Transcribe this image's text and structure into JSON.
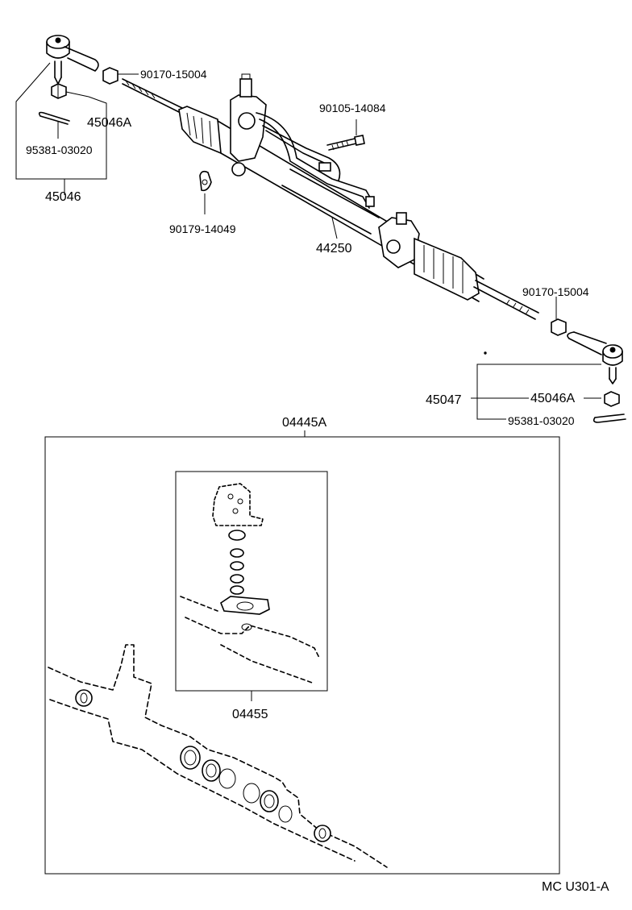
{
  "labels": {
    "p_90170_15004_top": "90170-15004",
    "p_45046A_left": "45046A",
    "p_95381_03020_left": "95381-03020",
    "p_45046": "45046",
    "p_90105_14084": "90105-14084",
    "p_90179_14049": "90179-14049",
    "p_44250": "44250",
    "p_90170_15004_right": "90170-15004",
    "p_45047": "45047",
    "p_45046A_right": "45046A",
    "p_95381_03020_right": "95381-03020",
    "p_04445A": "04445A",
    "p_04455": "04455",
    "drawing_code": "MC U301-A"
  }
}
